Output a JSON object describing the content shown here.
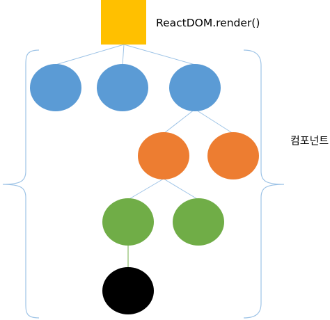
{
  "root_label": "ReactDOM.render()",
  "group_label": "컴포넌트",
  "colors": {
    "root": "#ffc000",
    "level1": "#5b9bd5",
    "level2": "#ed7d31",
    "level3": "#70ad47",
    "level4": "#000000",
    "connector": "#9dc3e6",
    "brace": "#9dc3e6",
    "leaf_connector": "#70ad47"
  },
  "tree": {
    "root": "ReactDOM.render()",
    "levels": [
      {
        "color_key": "level1",
        "count": 3
      },
      {
        "color_key": "level2",
        "count": 2,
        "parent_index": 2
      },
      {
        "color_key": "level3",
        "count": 2,
        "parent_index": 0
      },
      {
        "color_key": "level4",
        "count": 1,
        "parent_index": 0
      }
    ]
  }
}
